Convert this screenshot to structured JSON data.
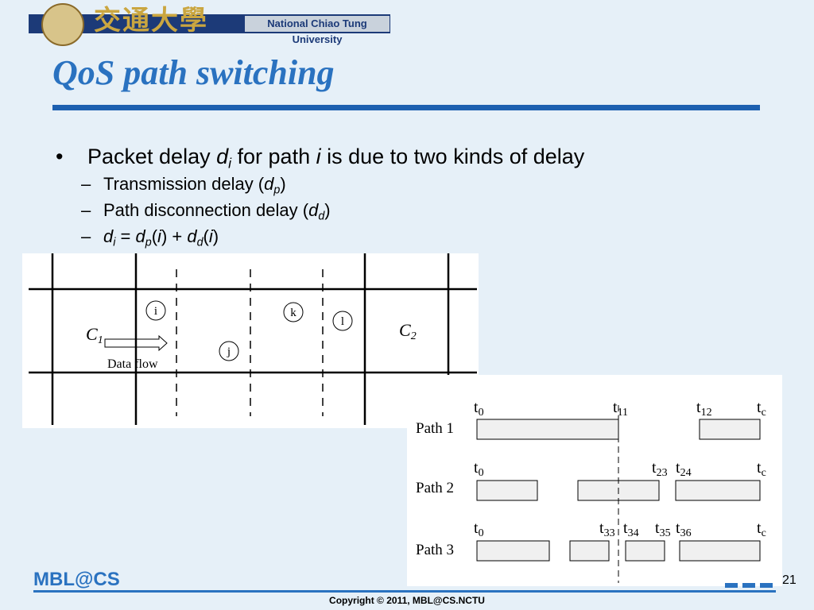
{
  "header": {
    "university_cn": "交通大學",
    "university_en": "National Chiao Tung University"
  },
  "slide": {
    "title": "QoS path switching",
    "bullet": {
      "part1": "Packet delay ",
      "var": "d",
      "sub": "i",
      "part2": " for path ",
      "path_var": "i",
      "part3": " is due to two kinds of delay"
    },
    "sub_bullets": [
      {
        "text": "Transmission delay (",
        "var": "d",
        "sub": "p",
        "close": ")"
      },
      {
        "text": "Path disconnection delay (",
        "var": "d",
        "sub": "d",
        "close": ")"
      }
    ],
    "formula": {
      "lhs_var": "d",
      "lhs_sub": "i",
      "eq": " = ",
      "t1_var": "d",
      "t1_sub": "p",
      "t1_arg": "i",
      "plus": " + ",
      "t2_var": "d",
      "t2_sub": "d",
      "t2_arg": "i"
    }
  },
  "figure_network": {
    "nodes": [
      "i",
      "j",
      "k",
      "l"
    ],
    "c1": "C",
    "c1_sub": "1",
    "c2": "C",
    "c2_sub": "2",
    "flow_label": "Data flow"
  },
  "figure_paths": {
    "paths": [
      {
        "label": "Path 1",
        "ticks": [
          {
            "t": "0"
          },
          {
            "t": "11"
          },
          {
            "t": "12"
          },
          {
            "t": "c"
          }
        ]
      },
      {
        "label": "Path 2",
        "ticks": [
          {
            "t": "0"
          },
          {
            "t": "23"
          },
          {
            "t": "24"
          },
          {
            "t": "c"
          }
        ]
      },
      {
        "label": "Path 3",
        "ticks": [
          {
            "t": "0"
          },
          {
            "t": "33"
          },
          {
            "t": "34"
          },
          {
            "t": "35"
          },
          {
            "t": "36"
          },
          {
            "t": "c"
          }
        ]
      }
    ],
    "tick_prefix": "t"
  },
  "footer": {
    "logo": "MBL@CS",
    "page_number": "21",
    "copyright": "Copyright © 2011, MBL@CS.NCTU"
  },
  "colors": {
    "title": "#2a72c0",
    "rule": "#1d60b0",
    "banner": "#1c3a78"
  }
}
